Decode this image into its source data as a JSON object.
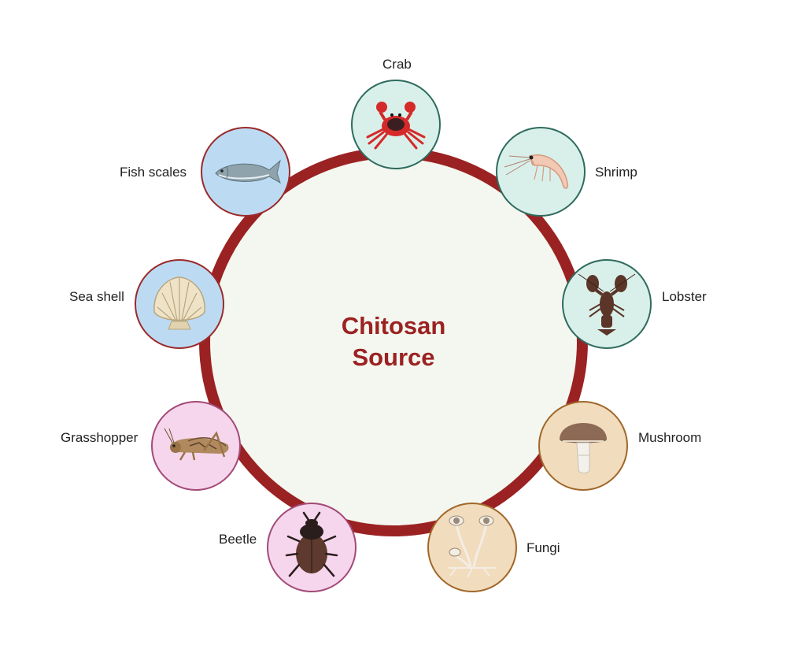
{
  "center": {
    "title_line1": "Chitosan",
    "title_line2": "Source",
    "title_color": "#9b2222"
  },
  "colors": {
    "ring": "#9b2222",
    "center_fill": "#f4f7f0",
    "marine_fill": "#d9f0ea",
    "marine_border": "#2e6b5e",
    "vertebrate_fill": "#bcdbf3",
    "vertebrate_border": "#9b2a2a",
    "insect_fill": "#f6d6ec",
    "insect_border": "#a24a78",
    "fungal_fill": "#f1dcbd",
    "fungal_border": "#a0672a"
  },
  "sources": [
    {
      "id": "crab",
      "label": "Crab",
      "icon": "crab-icon",
      "group": "marine"
    },
    {
      "id": "shrimp",
      "label": "Shrimp",
      "icon": "shrimp-icon",
      "group": "marine"
    },
    {
      "id": "lobster",
      "label": "Lobster",
      "icon": "lobster-icon",
      "group": "marine"
    },
    {
      "id": "mushroom",
      "label": "Mushroom",
      "icon": "mushroom-icon",
      "group": "fungal"
    },
    {
      "id": "fungi",
      "label": "Fungi",
      "icon": "fungi-icon",
      "group": "fungal"
    },
    {
      "id": "beetle",
      "label": "Beetle",
      "icon": "beetle-icon",
      "group": "insect"
    },
    {
      "id": "grasshopper",
      "label": "Grasshopper",
      "icon": "grasshopper-icon",
      "group": "insect"
    },
    {
      "id": "sea-shell",
      "label": "Sea shell",
      "icon": "sea-shell-icon",
      "group": "vertebrate"
    },
    {
      "id": "fish-scales",
      "label": "Fish scales",
      "icon": "fish-icon",
      "group": "vertebrate"
    }
  ]
}
